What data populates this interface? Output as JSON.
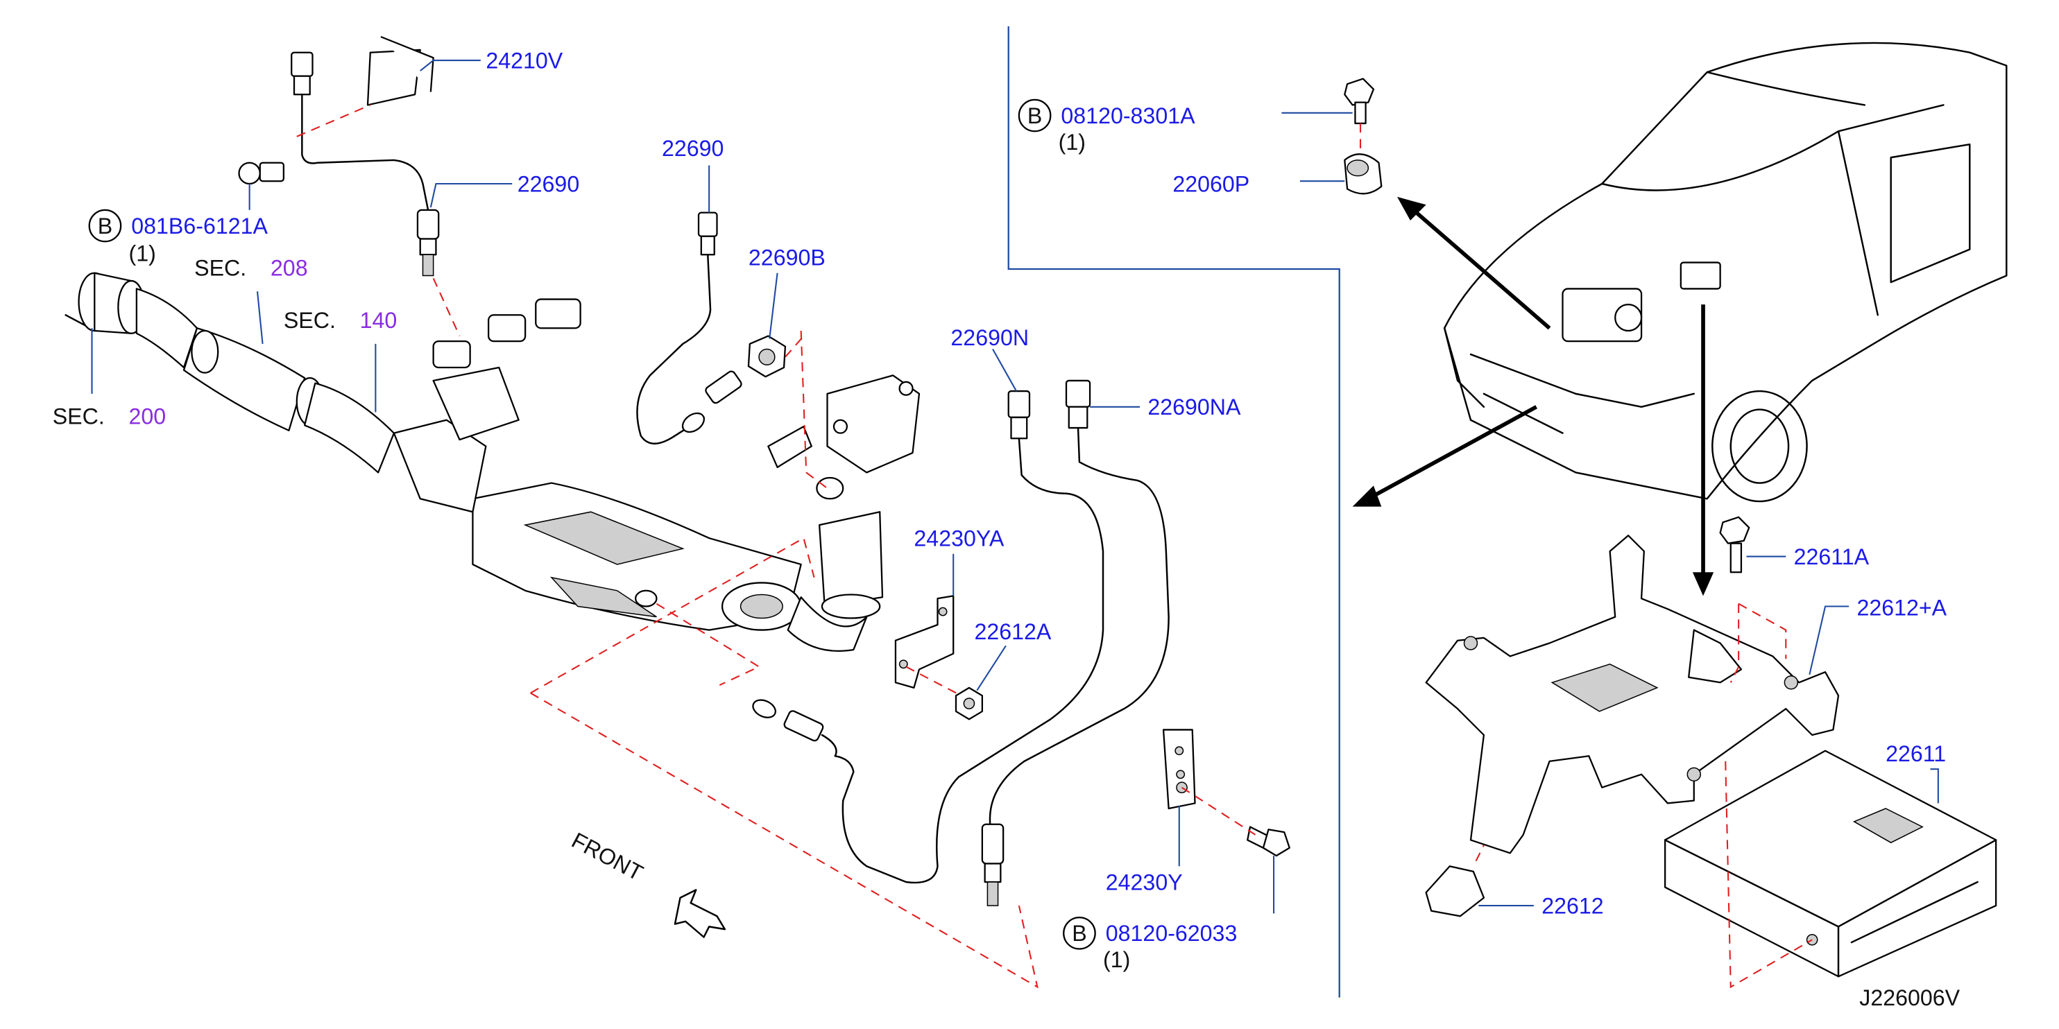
{
  "diagram": {
    "drawing_id": "J226006V",
    "front_label": "FRONT",
    "section_refs": [
      {
        "prefix": "SEC.",
        "number": "208"
      },
      {
        "prefix": "SEC.",
        "number": "140"
      },
      {
        "prefix": "SEC.",
        "number": "200"
      }
    ],
    "parts": [
      {
        "label": "24210V"
      },
      {
        "label": "22690"
      },
      {
        "label": "081B6-6121A",
        "badge": "B",
        "qty": "(1)"
      },
      {
        "label": "22690"
      },
      {
        "label": "22690B"
      },
      {
        "label": "22690N"
      },
      {
        "label": "22690NA"
      },
      {
        "label": "24230YA"
      },
      {
        "label": "22612A"
      },
      {
        "label": "24230Y"
      },
      {
        "label": "08120-62033",
        "badge": "B",
        "qty": "(1)"
      },
      {
        "label": "08120-8301A",
        "badge": "B",
        "qty": "(1)"
      },
      {
        "label": "22060P"
      },
      {
        "label": "22611A"
      },
      {
        "label": "22612+A"
      },
      {
        "label": "22611"
      },
      {
        "label": "22612"
      }
    ]
  }
}
